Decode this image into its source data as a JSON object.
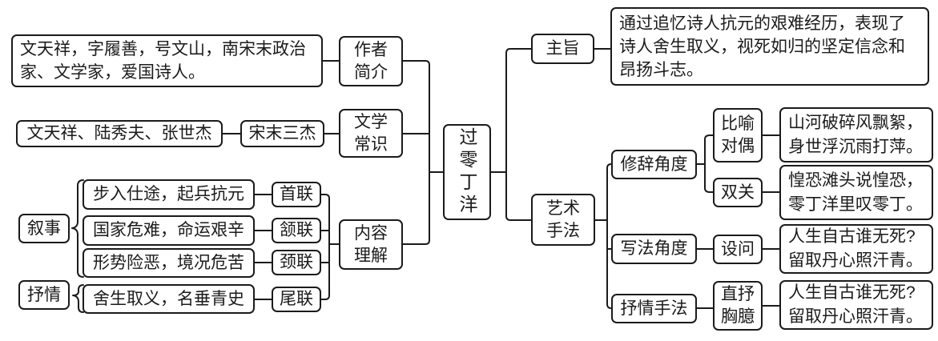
{
  "root": {
    "title": "过零丁洋"
  },
  "author": {
    "label_lines": [
      "作者",
      "简介"
    ],
    "desc_lines": [
      "文天祥，字履善，号文山，南宋末政治",
      "家、文学家，爱国诗人。"
    ]
  },
  "literary": {
    "label_lines": [
      "文学",
      "常识"
    ],
    "names": "文天祥、陆秀夫、张世杰",
    "group": "宋末三杰"
  },
  "content": {
    "label_lines": [
      "内容",
      "理解"
    ],
    "narrative_label": "叙事",
    "lyric_label": "抒情",
    "rows": [
      {
        "text": "步入仕途，起兵抗元",
        "lian": "首联"
      },
      {
        "text": "国家危难，命运艰辛",
        "lian": "颔联"
      },
      {
        "text": "形势险恶，境况危苦",
        "lian": "颈联"
      },
      {
        "text": "舍生取义，名垂青史",
        "lian": "尾联"
      }
    ]
  },
  "theme": {
    "label": "主旨",
    "desc_lines": [
      "通过追忆诗人抗元的艰难经历，表现了",
      "诗人舍生取义，视死如归的坚定信念和",
      "昂扬斗志。"
    ]
  },
  "art": {
    "label_lines": [
      "艺术",
      "手法"
    ],
    "rhetoric": {
      "label": "修辞角度",
      "biyu": {
        "label_lines": [
          "比喻",
          "对偶"
        ],
        "poem_lines": [
          "山河破碎风飘絮，",
          "身世浮沉雨打萍。"
        ]
      },
      "shuangguan": {
        "label": "双关",
        "poem_lines": [
          "惶恐滩头说惶恐，",
          "零丁洋里叹零丁。"
        ]
      }
    },
    "xiefa": {
      "label": "写法角度",
      "shewen": {
        "label": "设问",
        "poem_lines": [
          "人生自古谁无死?",
          "留取丹心照汗青。"
        ]
      }
    },
    "shuqing": {
      "label": "抒情手法",
      "zhishu": {
        "label_lines": [
          "直抒",
          "胸臆"
        ],
        "poem_lines": [
          "人生自古谁无死?",
          "留取丹心照汗青。"
        ]
      }
    }
  },
  "colors": {
    "line": "#1b1b1b",
    "background": "#ffffff"
  }
}
